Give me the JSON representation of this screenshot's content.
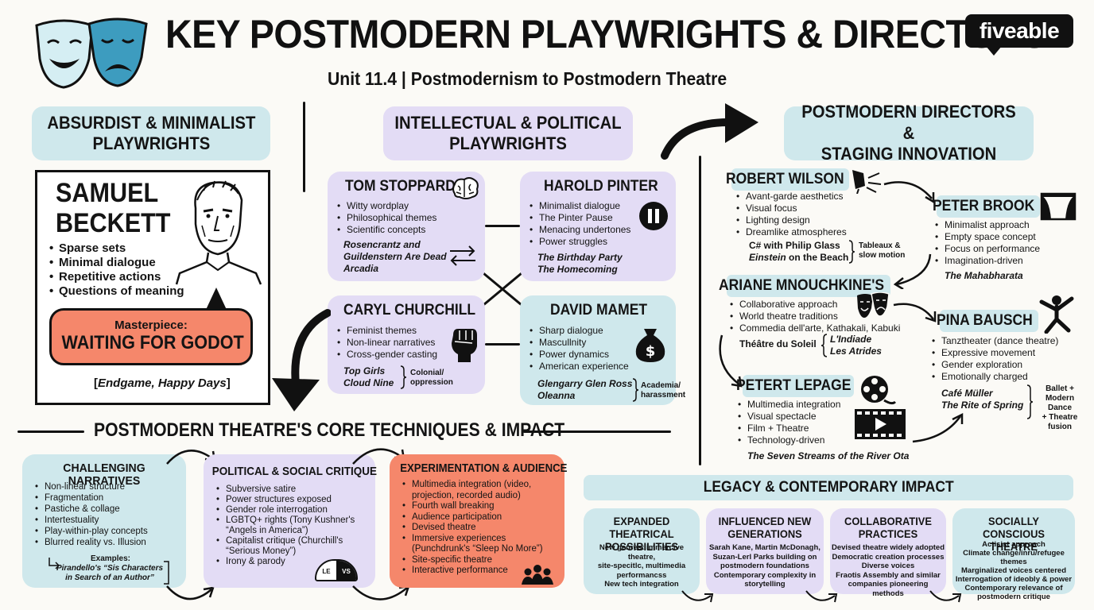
{
  "header": {
    "title": "KEY POSTMODERN PLAYWRIGHTS & DIRECTORS",
    "subtitle": "Unit 11.4 | Postmodernism to Postmodern Theatre",
    "logo": "fiveable"
  },
  "absurdist": {
    "heading_line1": "ABSURDIST & MINIMALIST",
    "heading_line2": "PLAYWRIGHTS",
    "name_line1": "SAMUEL",
    "name_line2": "BECKETT",
    "bullets": [
      "Sparse sets",
      "Minimal dialogue",
      "Repetitive actions",
      "Questions of meaning"
    ],
    "masterpiece_label": "Masterpiece:",
    "masterpiece_title": "WAITING FOR GODOT",
    "other_works_open": "[",
    "other_works_italic": "Endgame, Happy Days",
    "other_works_close": "]"
  },
  "intellectual": {
    "heading_line1": "INTELLECTUAL & POLITICAL",
    "heading_line2": "PLAYWRIGHTS",
    "stoppard": {
      "name": "TOM STOPPARD",
      "bullets": [
        "Witty wordplay",
        "Philosophical themes",
        "Scientific concepts"
      ],
      "works": [
        "Rosencrantz and",
        "Guildenstern Are Dead",
        "Arcadia"
      ]
    },
    "pinter": {
      "name": "HAROLD PINTER",
      "bullets": [
        "Minimalist dialogue",
        "The Pinter Pause",
        "Menacing undertones",
        "Power struggles"
      ],
      "works": [
        "The Birthday Party",
        "The Homecoming"
      ]
    },
    "churchill": {
      "name": "CARYL CHURCHILL",
      "bullets": [
        "Feminist themes",
        "Non-linear narratives",
        "Cross-gender casting"
      ],
      "works": [
        "Top Girls",
        "Cloud Nine"
      ],
      "note_line1": "Colonial/",
      "note_line2": "oppression"
    },
    "mamet": {
      "name": "DAVID MAMET",
      "bullets": [
        "Sharp dialogue",
        "Mascullnity",
        "Power dynamics",
        "American experience"
      ],
      "works": [
        "Glengarry Glen Ross",
        "Oleanna"
      ],
      "note_line1": "Academia/",
      "note_line2": "harassment"
    }
  },
  "directors": {
    "heading_line1": "POSTMODERN DIRECTORS &",
    "heading_line2": "STAGING INNOVATION",
    "wilson": {
      "name": "ROBERT WILSON",
      "bullets": [
        "Avant-garde aesthetics",
        "Visual focus",
        "Lighting design",
        "Dreamlike atmospheres"
      ],
      "collab_line1": "C# with Philip Glass",
      "collab_italic": "Einstein",
      "collab_rest": " on the Beach",
      "note_line1": "Tableaux &",
      "note_line2": "slow motion"
    },
    "brook": {
      "name": "PETER BROOK",
      "bullets": [
        "Minimalist approach",
        "Empty space concept",
        "Focus on performance",
        "Imagination-driven"
      ],
      "work": "The Mahabharata"
    },
    "mnouchkine": {
      "name": "ARIANE MNOUCHKINE'S",
      "bullets": [
        "Collaborative approach",
        "World theatre traditions",
        "Commedia dell'arte, Kathakali, Kabuki"
      ],
      "company": "Théâtre du Soleil",
      "works": [
        "L'Indiade",
        "Les Atrides"
      ]
    },
    "bausch": {
      "name": "PINA BAUSCH",
      "bullets": [
        "Tanztheater (dance theatre)",
        "Expressive movement",
        "Gender exploration",
        "Emotionally charged"
      ],
      "works": [
        "Café Müller",
        "The Rite of Spring"
      ],
      "note_line1": "Ballet +",
      "note_line2": "Modern Dance",
      "note_line3": "+ Theatre",
      "note_line4": "fusion"
    },
    "lepage": {
      "name": "PETERT LEPAGE",
      "bullets": [
        "Multimedia integration",
        "Visual spectacle",
        "Film + Theatre",
        "Technology-driven"
      ],
      "work": "The Seven Streams of the River Ota"
    }
  },
  "core": {
    "heading": "POSTMODERN THEATRE'S CORE TECHNIQUES & IMPACT",
    "narratives": {
      "title": "CHALLENGING NARRATIVES",
      "bullets": [
        "Non-linear structure",
        "Fragmentation",
        "Pastiche & collage",
        "Intertestuality",
        "Play-within-play concepts",
        "Blurred reality vs. Illusion"
      ],
      "examples_label": "Examples:",
      "examples_line1": "Pirandello's “Sis Characters",
      "examples_line2": "in Search of an Author”"
    },
    "critique": {
      "title": "POLITICAL & SOCIAL CRITIQUE",
      "bullets": [
        "Subversive satire",
        "Power structures exposed",
        "Gender role interrogation",
        "LGBTQ+ rights (Tony Kushner's “Angels in America”)",
        "Capitalist critique (Churchill's “Serious Money”)",
        "Irony & parody"
      ],
      "badge_left": "LE",
      "badge_right": "VS"
    },
    "experimentation": {
      "title": "EXPERIMENTATION & AUDIENCE",
      "bullets": [
        "Multimedia integration (video, projection, recorded audio)",
        "Fourth wall breaking",
        "Audience participation",
        "Devised theatre",
        "Immersive experiences (Punchdrunk's “Sleep No More”)",
        "Site-specific theatre",
        "Interactive performance"
      ]
    }
  },
  "legacy": {
    "heading": "LEGACY & CONTEMPORARY IMPACT",
    "cards": [
      {
        "title_line1": "EXPANDED THEATRICAL",
        "title_line2": "POSSIBILITIES",
        "body": [
          "New genres: immercive theatre,",
          "site-specitlc, multimedia",
          "performancss",
          "New tech integration"
        ]
      },
      {
        "title_line1": "INFLUENCED NEW",
        "title_line2": "GENERATIONS",
        "body": [
          "Sarah Kane, Martin McDonagh,",
          "Suzan-Lerl Parks building on",
          "postmodern foundations",
          "Contemporary complexity in",
          "storytelling"
        ]
      },
      {
        "title_line1": "COLLABORATIVE",
        "title_line2": "PRACTICES",
        "body": [
          "Devised theatre widely adopted",
          "Democratic creation processes",
          "Diverse voices",
          "Fraotis Assembly and similar",
          "companies pioneering methods"
        ]
      },
      {
        "title_line1": "SOCIALLY CONSCIOUS",
        "title_line2": "THEATRE",
        "body": [
          "Actisist approach",
          "Climate change/inru/refugee themes",
          "Marginalized voices centered",
          "Interrogation of ideobly & power",
          "Contemporary relevance of",
          "postmodern critique"
        ]
      }
    ]
  },
  "colors": {
    "teal": "#cfe8ec",
    "lavender": "#e3dcf5",
    "salmon": "#f5876b",
    "ink": "#111111"
  }
}
